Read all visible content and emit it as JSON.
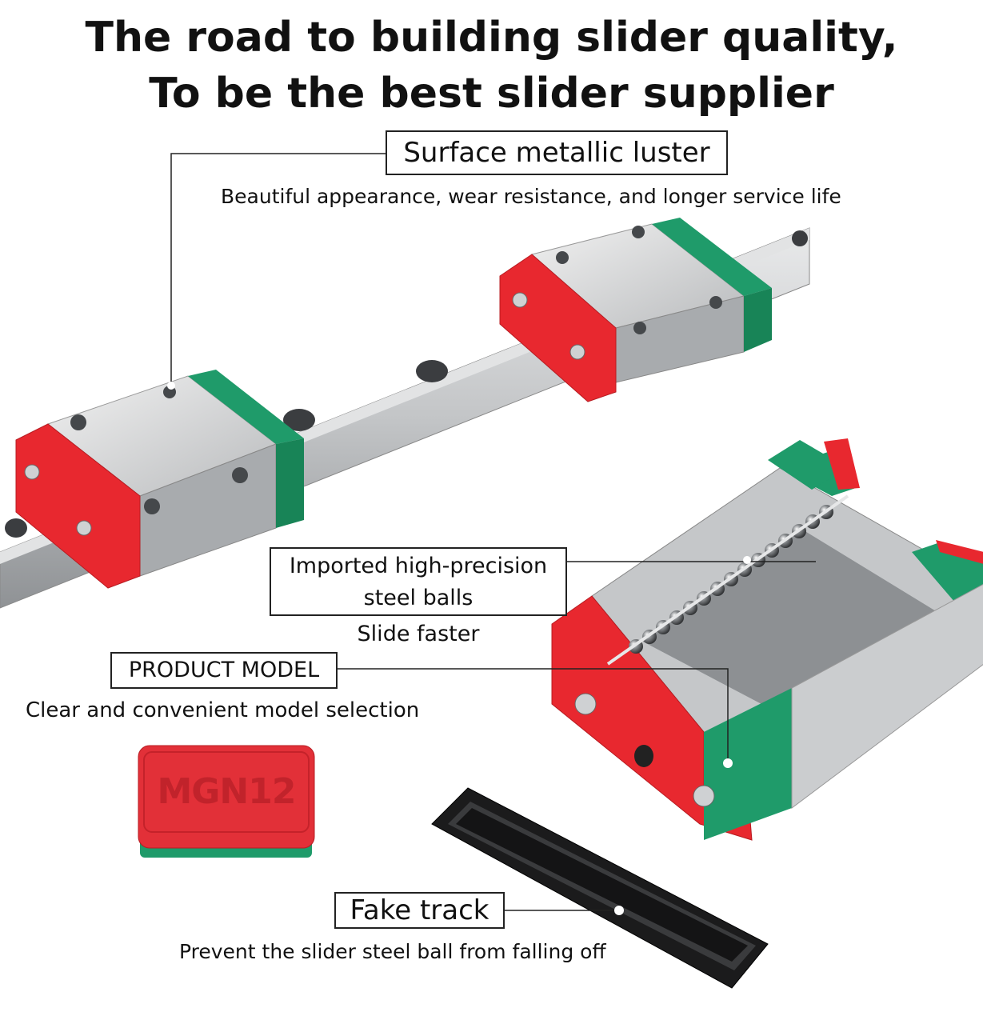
{
  "headline": {
    "line1": "The road to building slider quality,",
    "line2": "To be the best slider supplier"
  },
  "feature_surface": {
    "title": "Surface metallic luster",
    "description": "Beautiful appearance, wear resistance, and longer service life"
  },
  "feature_balls": {
    "title_line1": "Imported high-precision",
    "title_line2": "steel balls",
    "description": "Slide faster"
  },
  "feature_model": {
    "title": "PRODUCT MODEL",
    "description": "Clear and convenient model selection",
    "model_tag": "MGN12"
  },
  "feature_track": {
    "title": "Fake track",
    "description": "Prevent the slider steel ball from falling off"
  },
  "colors": {
    "block_green": "#1f9b6a",
    "end_cap_red": "#e8282f",
    "steel": "#c9cbcd"
  }
}
